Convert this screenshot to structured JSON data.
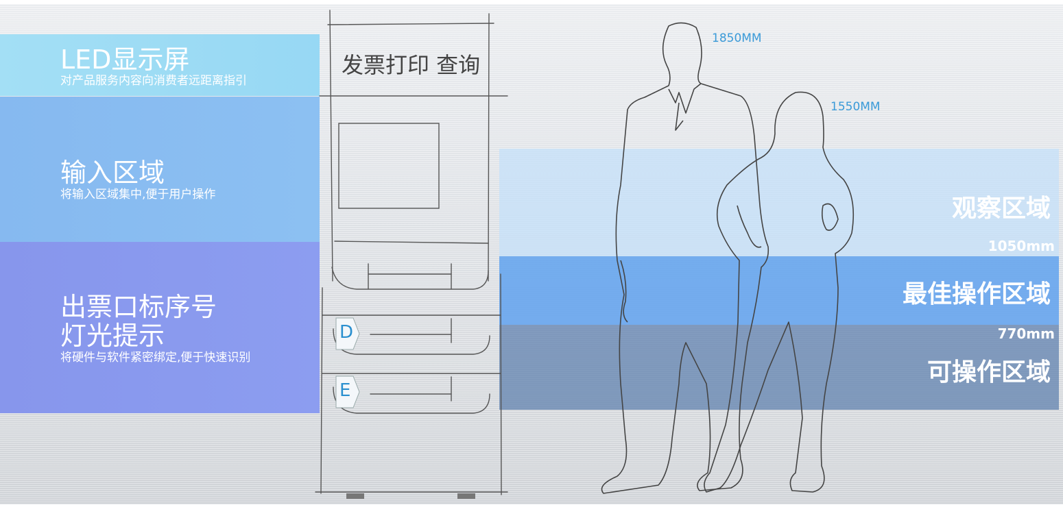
{
  "panels": [
    {
      "title": "LED显示屏",
      "subtitle": "对产品服务内容向消费者远距离指引"
    },
    {
      "title": "输入区域",
      "subtitle": "将输入区域集中,便于用户操作"
    },
    {
      "title_line1": "出票口标序号",
      "title_line2": "灯光提示",
      "subtitle": "将硬件与软件紧密绑定,便于快速识别"
    }
  ],
  "machine": {
    "title": "发票打印 查询",
    "slot_d": "D",
    "slot_e": "E"
  },
  "heights": {
    "man": "1850MM",
    "woman": "1550MM"
  },
  "zones": [
    {
      "label": "观察区域",
      "mark": "1050mm"
    },
    {
      "label": "最佳操作区域",
      "mark": "770mm"
    },
    {
      "label": "可操作区域"
    }
  ],
  "colors": {
    "led_panel": "#9ddcf5",
    "input_panel": "#89bcf1",
    "slot_panel": "#8999ee",
    "accent_blue": "#3a9ad8"
  }
}
